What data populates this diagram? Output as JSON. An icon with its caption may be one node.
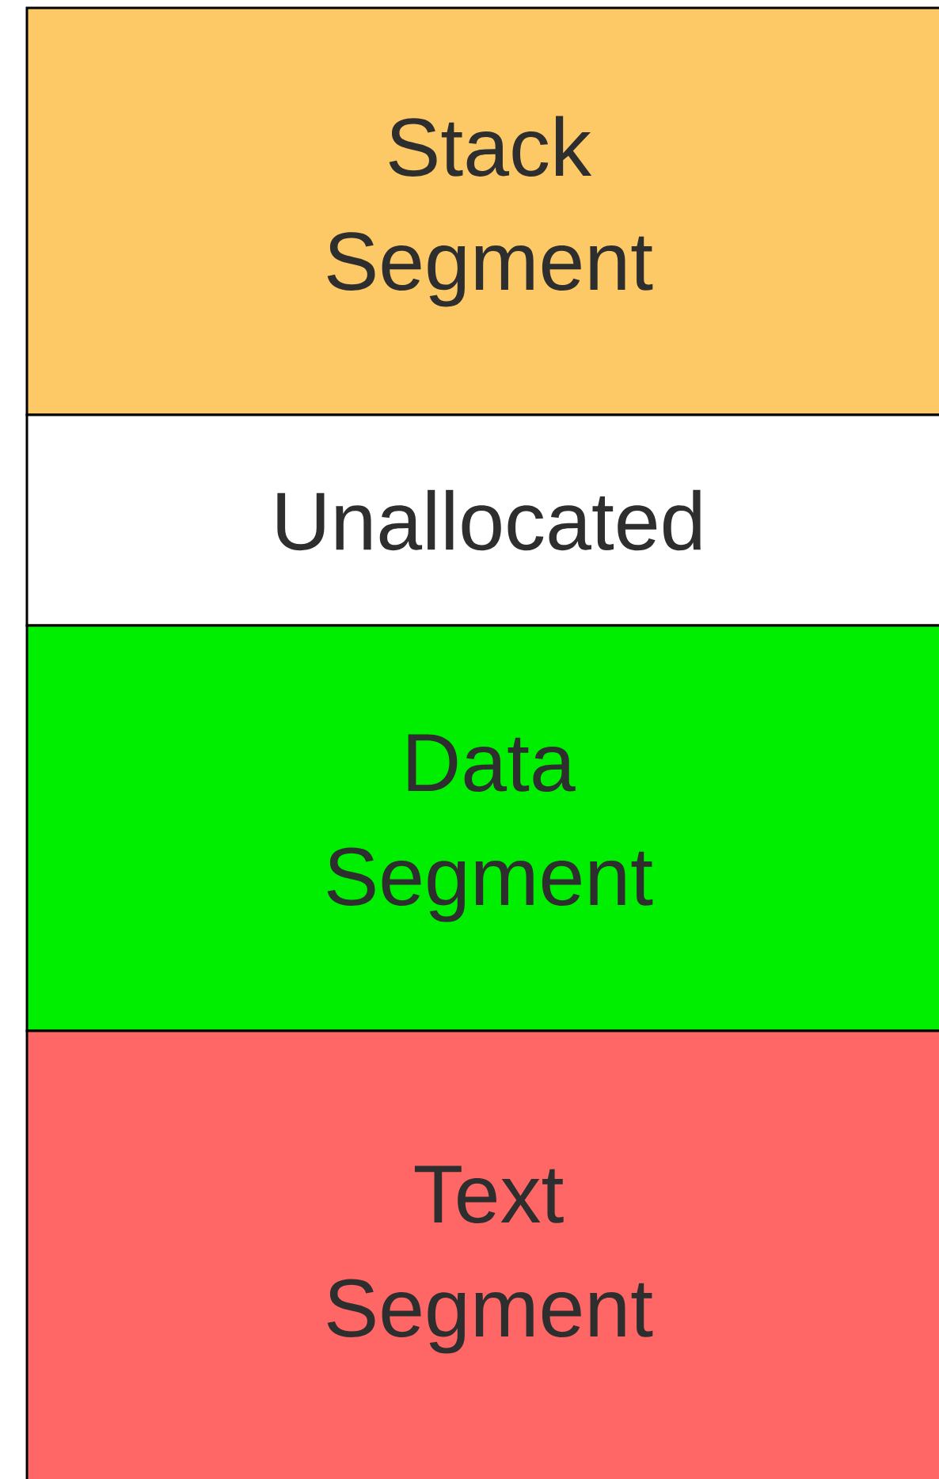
{
  "diagram": {
    "nodes": [
      {
        "text": [
          "Stack Segment"
        ]
      },
      {
        "text": [
          "Unallocated"
        ]
      },
      {
        "text": [
          "Data Segment"
        ]
      },
      {
        "text": [
          "Text Segment"
        ]
      }
    ]
  }
}
